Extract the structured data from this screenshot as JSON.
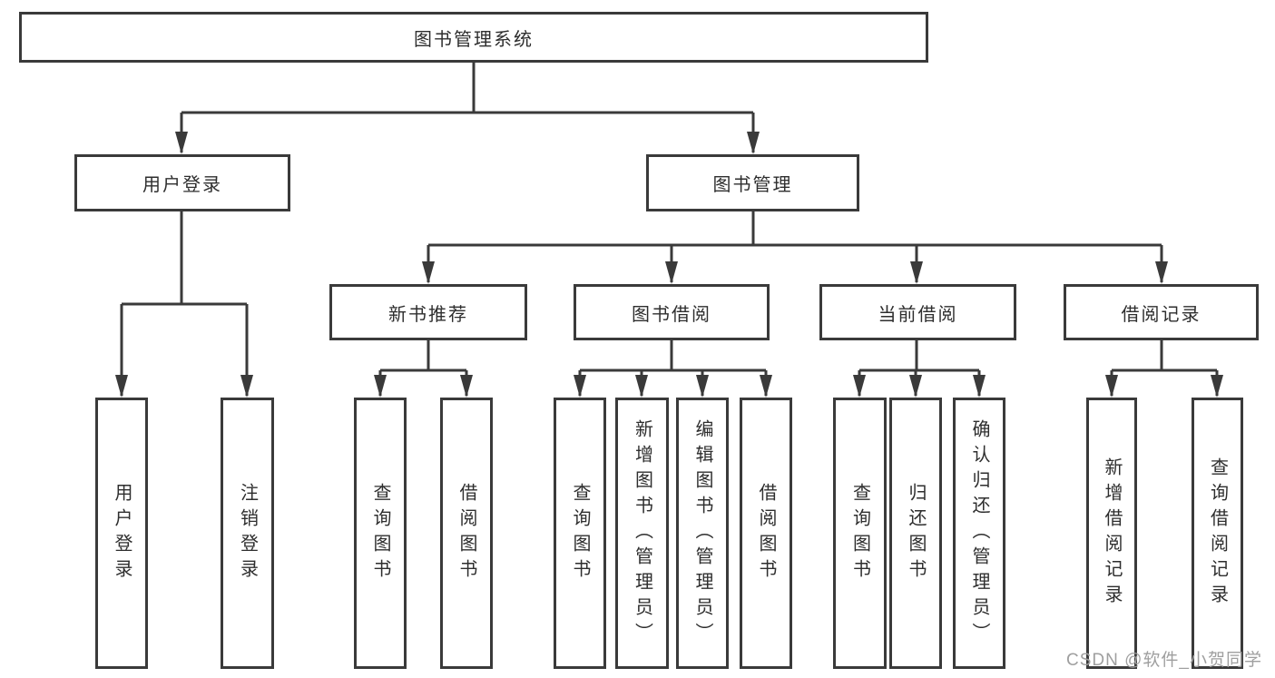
{
  "tree": {
    "label": "图书管理系统",
    "children": [
      {
        "label": "用户登录",
        "children": [
          {
            "label": "用户登录"
          },
          {
            "label": "注销登录"
          }
        ]
      },
      {
        "label": "图书管理",
        "children": [
          {
            "label": "新书推荐",
            "children": [
              {
                "label": "查询图书"
              },
              {
                "label": "借阅图书"
              }
            ]
          },
          {
            "label": "图书借阅",
            "children": [
              {
                "label": "查询图书"
              },
              {
                "label": "新增图书（管理员）"
              },
              {
                "label": "编辑图书（管理员）"
              },
              {
                "label": "借阅图书"
              }
            ]
          },
          {
            "label": "当前借阅",
            "children": [
              {
                "label": "查询图书"
              },
              {
                "label": "归还图书"
              },
              {
                "label": "确认归还（管理员）"
              }
            ]
          },
          {
            "label": "借阅记录",
            "children": [
              {
                "label": "新增借阅记录"
              },
              {
                "label": "查询借阅记录"
              }
            ]
          }
        ]
      }
    ]
  },
  "watermark": "CSDN @软件_小贺同学",
  "colors": {
    "line": "#3a3a3a",
    "text": "#2e2e2e",
    "background": "#ffffff",
    "watermark": "#9f9f9f"
  }
}
